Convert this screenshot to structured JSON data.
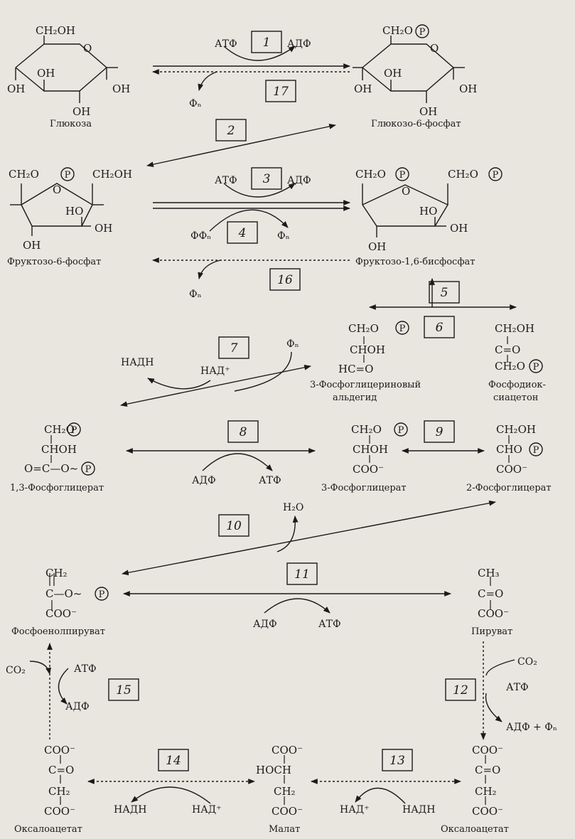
{
  "compounds": {
    "glucose": {
      "name": "Глюкоза",
      "ch2oh": "CH₂OH",
      "oh1": "OH",
      "oh2": "OH",
      "oh3": "OH",
      "oh4": "OH",
      "ring_o": "O"
    },
    "g6p": {
      "name": "Глюкозо-6-фосфат",
      "ch2o": "CH₂O",
      "p": "P",
      "oh1": "OH",
      "oh2": "OH",
      "oh3": "OH",
      "oh4": "OH",
      "ring_o": "O"
    },
    "f6p": {
      "name": "Фруктозо-6-фосфат",
      "ch2o": "CH₂O",
      "p": "P",
      "ch2oh": "CH₂OH",
      "ho": "HO",
      "oh1": "OH",
      "oh2": "OH",
      "ring_o": "O"
    },
    "f16bp": {
      "name": "Фруктозо-1,6-бисфосфат",
      "ch2o_l": "CH₂O",
      "ch2o_r": "CH₂O",
      "p": "P",
      "ho": "HO",
      "oh1": "OH",
      "oh2": "OH",
      "ring_o": "O"
    },
    "g3p": {
      "name1": "3-Фосфоглицериновый",
      "name2": "альдегид",
      "l1": "CH₂O",
      "p": "P",
      "l2": "CHOH",
      "l3": "HC=O"
    },
    "dhap": {
      "name1": "Фосфодиок-",
      "name2": "сиацетон",
      "l1": "CH₂OH",
      "l2": "C=O",
      "l3": "CH₂O",
      "p": "P"
    },
    "bpg": {
      "name": "1,3-Фосфоглицерат",
      "l1": "CH₂O",
      "p": "P",
      "l2": "CHOH",
      "l3": "O=C—O~",
      "p2": "P"
    },
    "pg3": {
      "name": "3-Фосфоглицерат",
      "l1": "CH₂O",
      "p": "P",
      "l2": "CHOH",
      "l3": "COO⁻"
    },
    "pg2": {
      "name": "2-Фосфоглицерат",
      "l1": "CH₂OH",
      "l2": "CHO",
      "p": "P",
      "l3": "COO⁻"
    },
    "pep": {
      "name": "Фосфоенолпируват",
      "l1": "CH₂",
      "l2": "C—O~",
      "p": "P",
      "l3": "COO⁻"
    },
    "pyruvate": {
      "name": "Пируват",
      "l1": "CH₃",
      "l2": "C=O",
      "l3": "COO⁻"
    },
    "oaa_left": {
      "name": "Оксалоацетат",
      "l1": "COO⁻",
      "l2": "C=O",
      "l3": "CH₂",
      "l4": "COO⁻"
    },
    "malate": {
      "name": "Малат",
      "l1": "COO⁻",
      "l2": "HOCH",
      "l3": "CH₂",
      "l4": "COO⁻"
    },
    "oaa_right": {
      "name": "Оксалоацетат",
      "l1": "COO⁻",
      "l2": "C=O",
      "l3": "CH₂",
      "l4": "COO⁻"
    }
  },
  "cofactors": {
    "r1_in": "АТФ",
    "r1_out": "АДФ",
    "r17_out": "Фₙ",
    "r3_in": "АТФ",
    "r3_out": "АДФ",
    "r4_in": "ФФₙ",
    "r4_out": "Фₙ",
    "r16_out": "Фₙ",
    "r7_nadh": "НАДН",
    "r7_nad": "НАД⁺",
    "r7_pi": "Фₙ",
    "r8_adp": "АДФ",
    "r8_atp": "АТФ",
    "r10_h2o": "H₂O",
    "r11_adp": "АДФ",
    "r11_atp": "АТФ",
    "r12_co2": "CO₂",
    "r12_atp": "АТФ",
    "r12_out": "АДФ + Фₙ",
    "r15_co2": "CO₂",
    "r15_atp": "АТФ",
    "r15_adp": "АДФ",
    "r14_nadh": "НАДН",
    "r14_nad": "НАД⁺",
    "r13_nad": "НАД⁺",
    "r13_nadh": "НАДН"
  },
  "enzymes": [
    "1",
    "2",
    "3",
    "4",
    "5",
    "6",
    "7",
    "8",
    "9",
    "10",
    "11",
    "12",
    "13",
    "14",
    "15",
    "16",
    "17"
  ]
}
